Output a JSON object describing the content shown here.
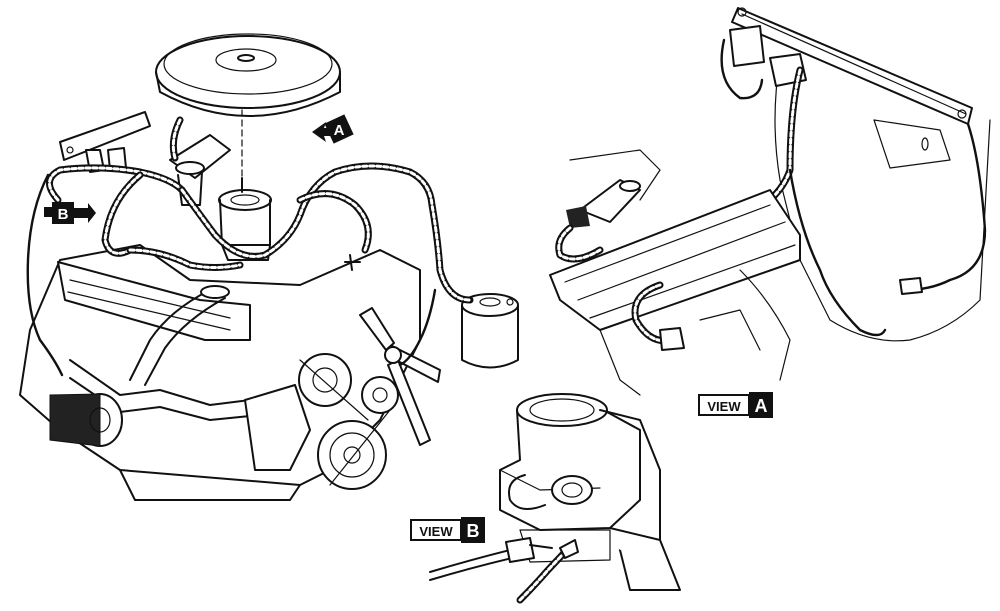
{
  "labels": {
    "view_a_word": "VIEW",
    "view_a_letter": "A",
    "view_b_word": "VIEW",
    "view_b_letter": "B",
    "callout_a": "A",
    "callout_b": "B"
  },
  "colors": {
    "ink": "#111111",
    "paper": "#ffffff"
  }
}
